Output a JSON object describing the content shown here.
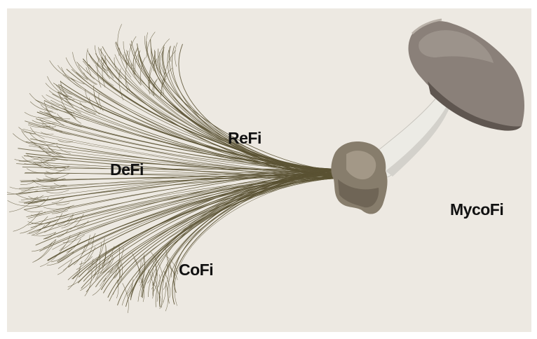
{
  "diagram": {
    "labels": {
      "refi": "ReFi",
      "defi": "DeFi",
      "cofi": "CoFi",
      "mycofi": "MycoFi"
    },
    "colors": {
      "background": "#ede9e2",
      "mycelium": "#5a5233",
      "mushroom_cap": "#8a8079",
      "mushroom_cap_dark": "#5f5650",
      "mushroom_stem": "#eceae4",
      "mushroom_base": "#877d6c",
      "text": "#111111"
    },
    "mycelium_icon": "mycelium-network-icon",
    "mushroom_icon": "mushroom-icon"
  }
}
